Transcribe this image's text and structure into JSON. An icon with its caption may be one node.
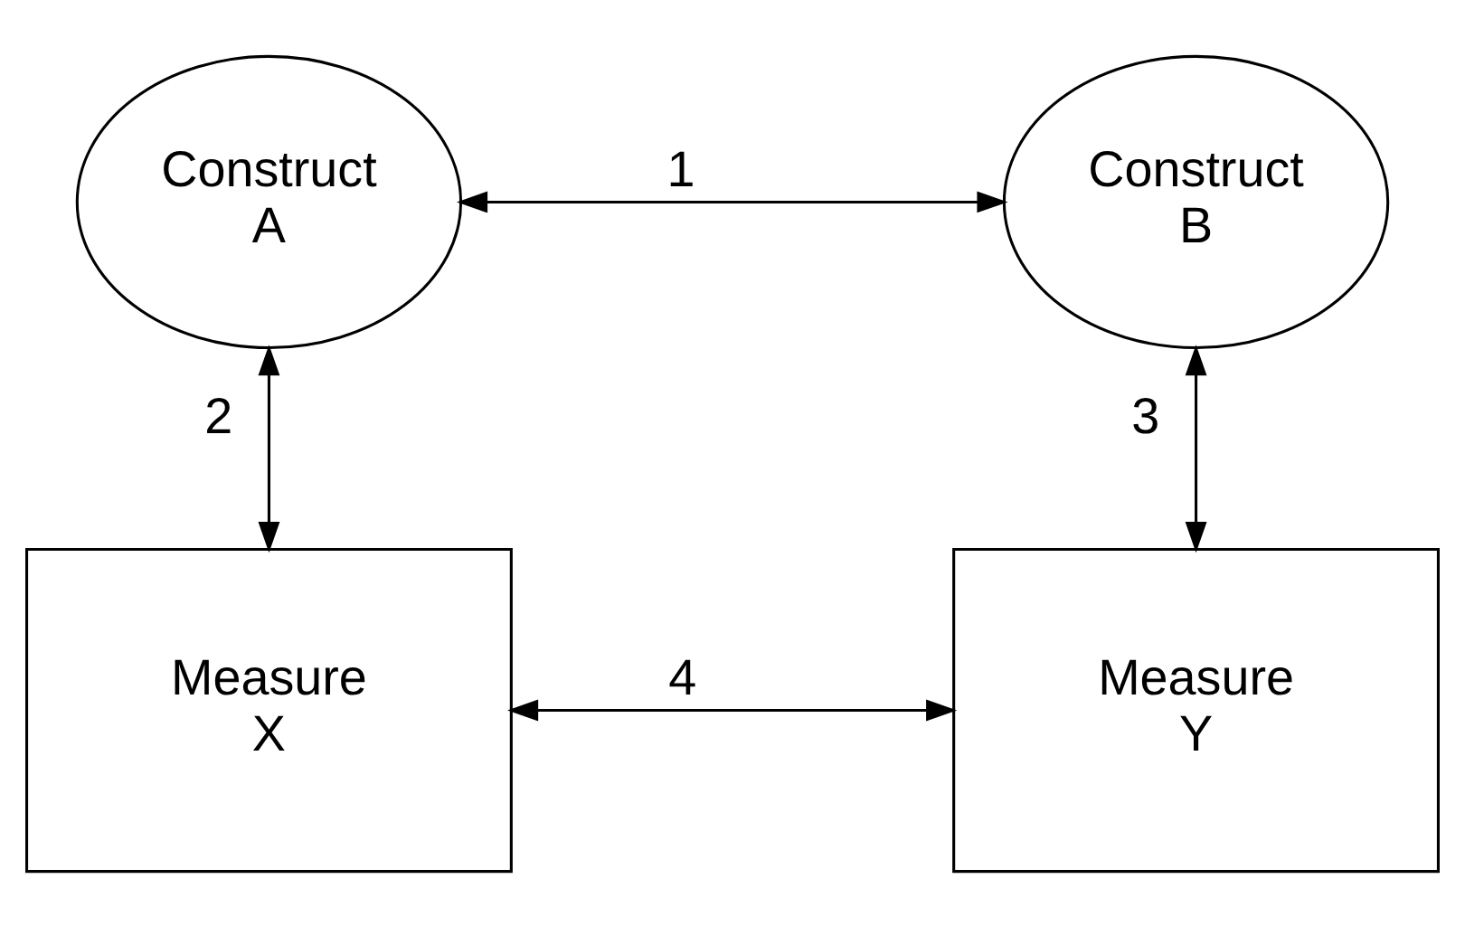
{
  "diagram": {
    "nodes": [
      {
        "text": [
          "Construct",
          "A"
        ]
      },
      {
        "text": [
          "Construct",
          "B"
        ]
      },
      {
        "text": [
          "Measure",
          "X"
        ]
      },
      {
        "text": [
          "Measure",
          "Y"
        ]
      }
    ],
    "edges": [
      {
        "from": 0,
        "to": 1,
        "arrow": "both",
        "label": "1"
      },
      {
        "from": 0,
        "to": 2,
        "arrow": "both",
        "label": "2"
      },
      {
        "from": 1,
        "to": 3,
        "arrow": "both",
        "label": "3"
      },
      {
        "from": 2,
        "to": 3,
        "arrow": "both",
        "label": "4"
      }
    ]
  }
}
